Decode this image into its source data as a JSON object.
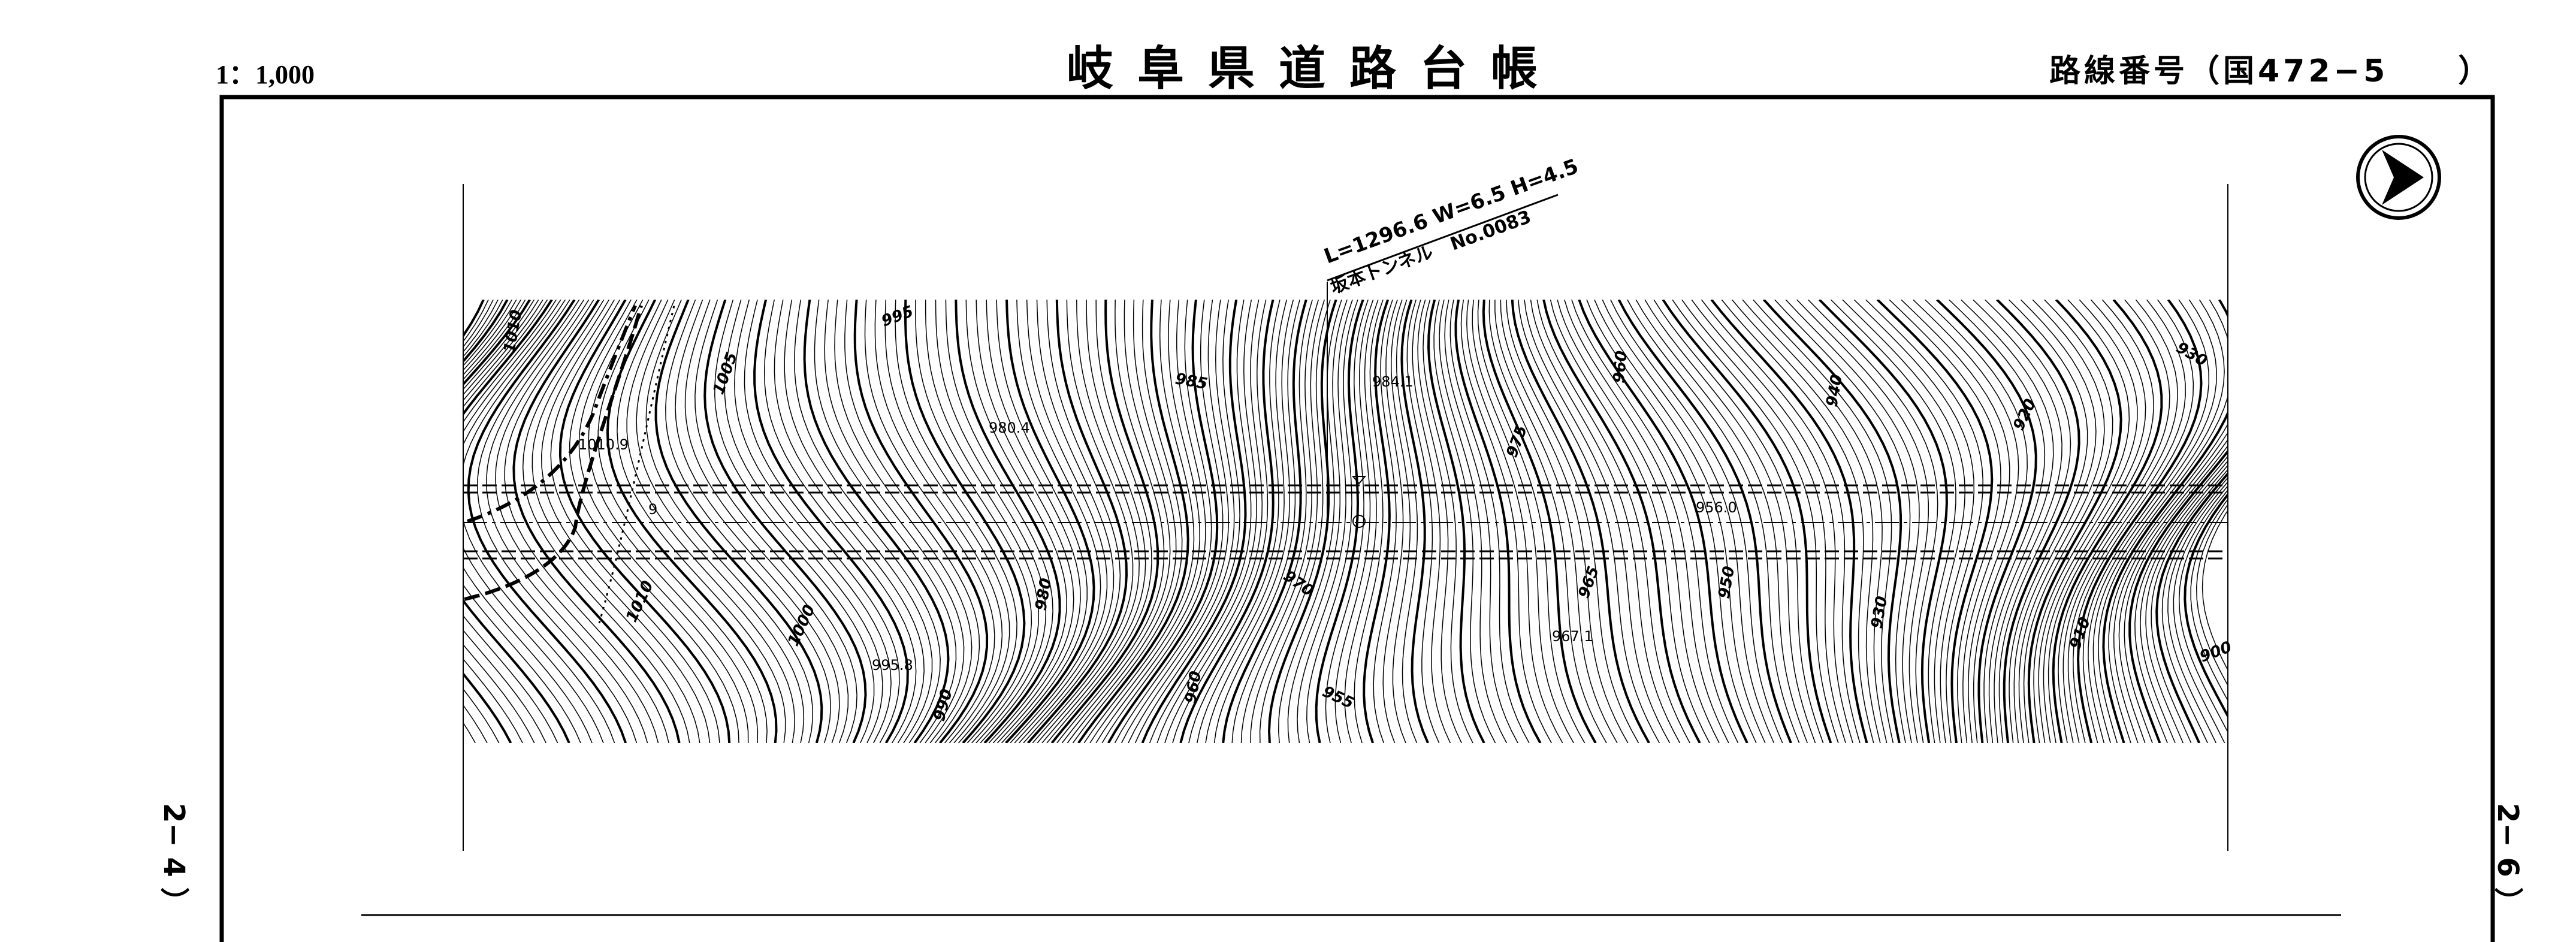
{
  "header": {
    "scale": "1：1,000",
    "title": "岐阜県道路台帳",
    "route_number": "路線番号（国472−5　　）"
  },
  "side_labels": {
    "left": "2− 4 ）",
    "right": "2− 6 ）"
  },
  "tunnel": {
    "dimensions": "L=1296.6  W=6.5  H=4.5",
    "name": "坂本トンネル",
    "number": "No.0083"
  },
  "contour_labels": [
    "1010",
    "1005",
    "995",
    "985",
    "975",
    "960",
    "940",
    "930",
    "920",
    "1010",
    "1000",
    "990",
    "980",
    "970",
    "965",
    "950",
    "930",
    "910",
    "900",
    "960",
    "955"
  ],
  "spot_heights": [
    "1010.9",
    "980.4",
    "984.1",
    "956.0",
    "967.1",
    "995.8",
    "9"
  ],
  "north_arrow": "north-arrow"
}
